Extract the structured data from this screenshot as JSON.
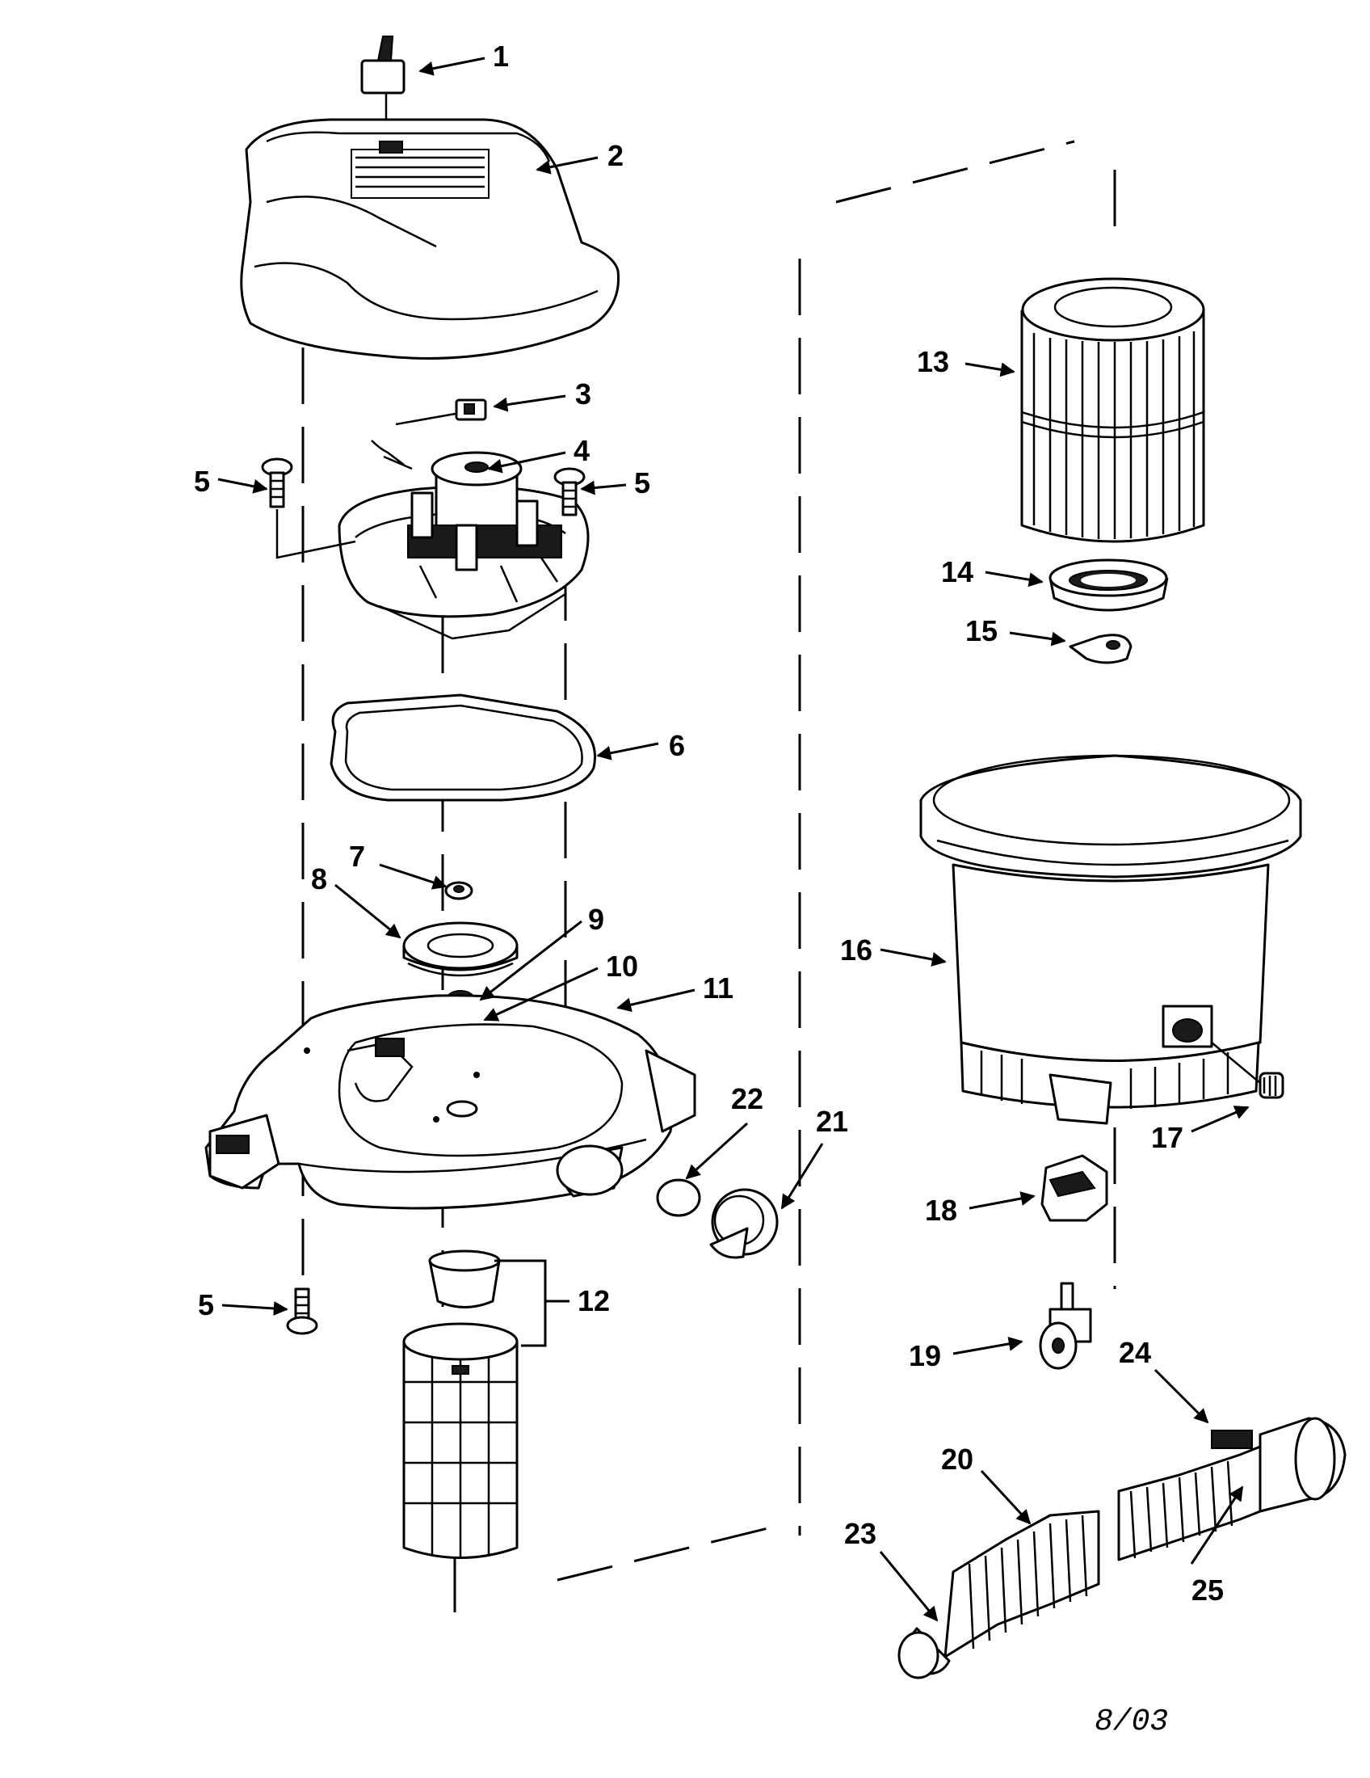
{
  "diagram": {
    "type": "exploded-parts-view",
    "callouts": [
      "1",
      "2",
      "3",
      "4",
      "5",
      "5",
      "5",
      "6",
      "7",
      "8",
      "9",
      "10",
      "11",
      "12",
      "13",
      "14",
      "15",
      "16",
      "17",
      "18",
      "19",
      "20",
      "21",
      "22",
      "23",
      "24",
      "25"
    ],
    "date_code": "8/03"
  }
}
